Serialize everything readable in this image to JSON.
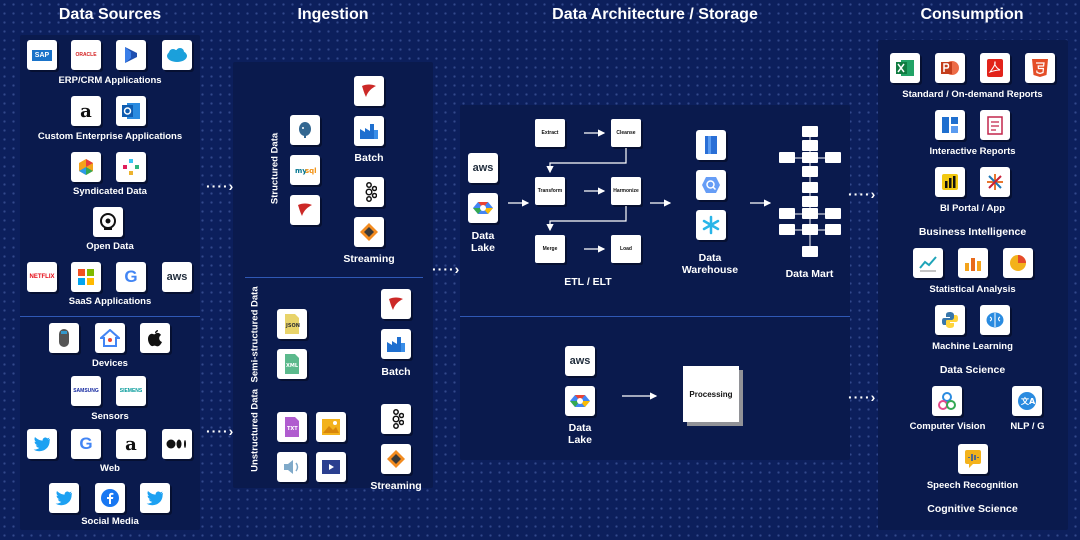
{
  "headers": {
    "sources": "Data Sources",
    "ingestion": "Ingestion",
    "architecture": "Data Architecture / Storage",
    "consumption": "Consumption"
  },
  "sources": {
    "erp_crm": {
      "label": "ERP/CRM Applications",
      "icons": [
        "sap-icon",
        "oracle-icon",
        "dynamics-icon",
        "salesforce-icon"
      ],
      "text": {
        "sap": "SAP",
        "oracle": "ORACLE"
      }
    },
    "custom": {
      "label": "Custom Enterprise Applications"
    },
    "syndicated": {
      "label": "Syndicated Data"
    },
    "open": {
      "label": "Open Data"
    },
    "saas": {
      "label": "SaaS Applications",
      "text": {
        "netflix": "NETFLIX",
        "aws": "aws",
        "google": "G"
      }
    },
    "devices": {
      "label": "Devices"
    },
    "sensors": {
      "label": "Sensors",
      "text": {
        "samsung": "SAMSUNG",
        "siemens": "SIEMENS"
      }
    },
    "web": {
      "label": "Web",
      "text": {
        "google": "G",
        "amazon": "a"
      }
    },
    "social": {
      "label": "Social Media"
    }
  },
  "ingestion": {
    "structured": "Structured Data",
    "semi": "Semi-structured Data",
    "unstructured": "Unstructured Data",
    "batch": "Batch",
    "streaming": "Streaming",
    "formats": {
      "json": "JSON",
      "xml": "XML",
      "txt": "TXT"
    }
  },
  "architecture": {
    "aws": "aws",
    "lake_top": "Data Lake",
    "lake_bottom": "Data Lake",
    "etl": {
      "extract": "Extract",
      "cleanse": "Cleanse",
      "transform": "Transform",
      "harmonize": "Harmonize",
      "merge": "Merge",
      "load": "Load",
      "label": "ETL / ELT"
    },
    "warehouse": "Data Warehouse",
    "mart": "Data Mart",
    "processing": "Processing"
  },
  "consumption": {
    "reports": "Standard / On-demand Reports",
    "interactive": "Interactive Reports",
    "bi_portal": "BI Portal / App",
    "bi": "Business Intelligence",
    "stats": "Statistical Analysis",
    "ml": "Machine Learning",
    "ds": "Data Science",
    "cv": "Computer Vision",
    "nlp": "NLP / G",
    "speech": "Speech Recognition",
    "cognitive": "Cognitive Science"
  },
  "colors": {
    "background": "#0c1f5c",
    "panel": "#0a1a4d",
    "divider": "#2f58b5"
  }
}
